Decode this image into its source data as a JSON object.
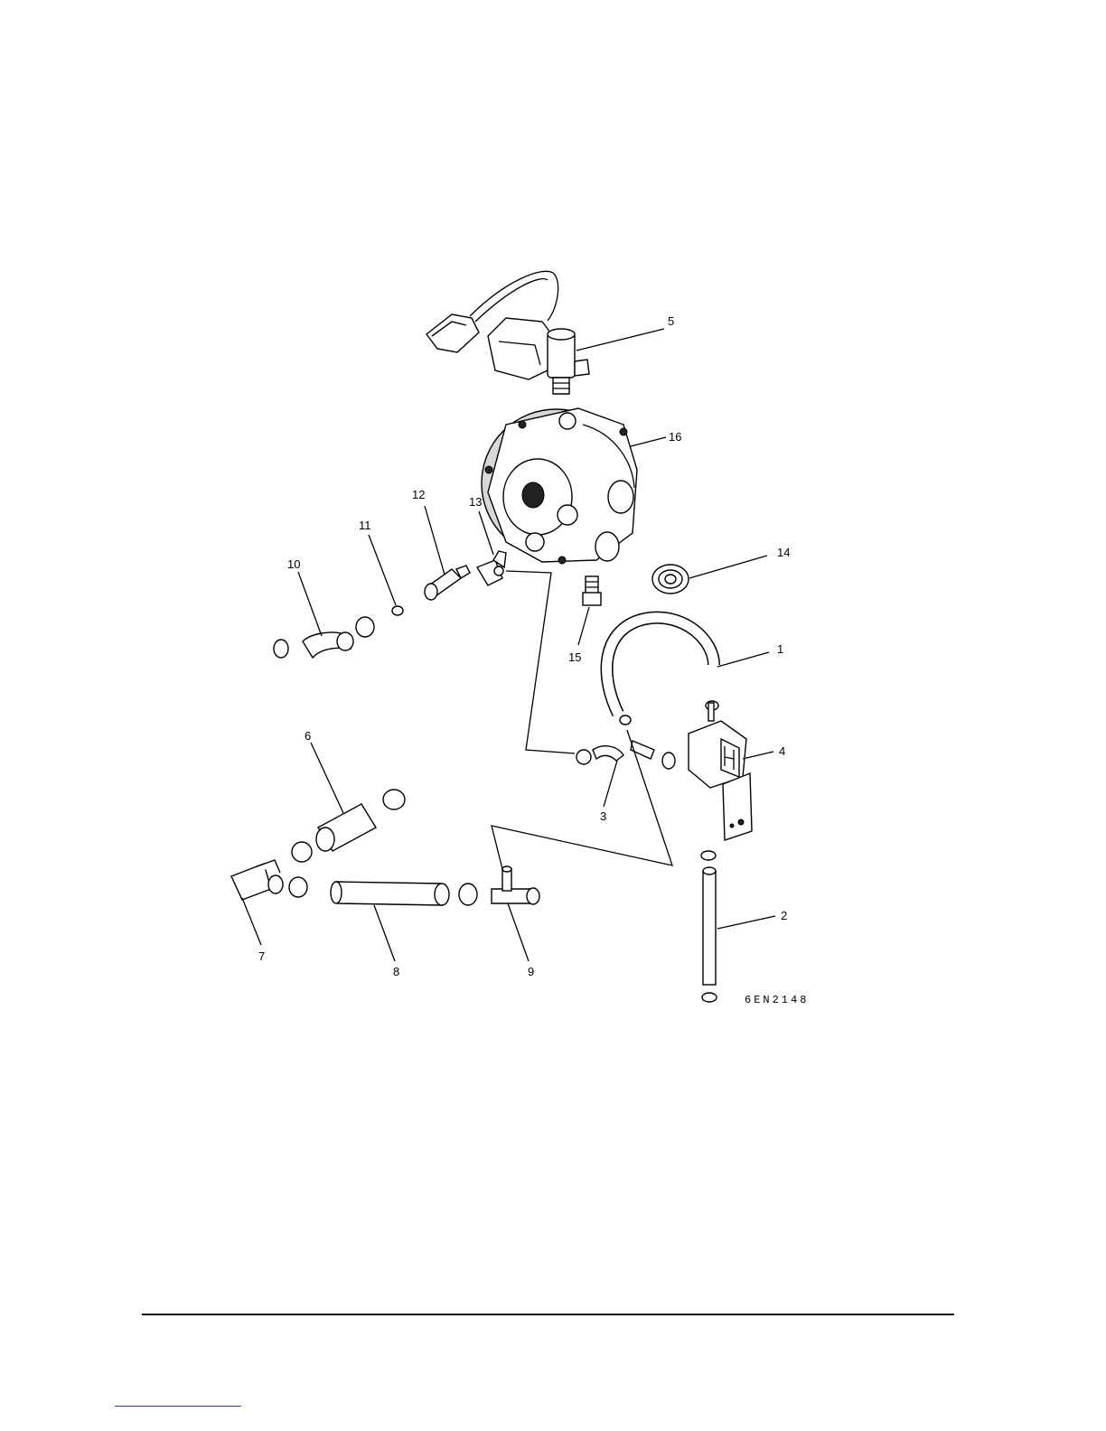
{
  "figure": {
    "code": "6EN2148",
    "callouts": {
      "c1": "1",
      "c2": "2",
      "c3": "3",
      "c4": "4",
      "c5": "5",
      "c6": "6",
      "c7": "7",
      "c8": "8",
      "c9": "9",
      "c10": "10",
      "c11": "11",
      "c12": "12",
      "c13": "13",
      "c14": "14",
      "c15": "15",
      "c16": "16"
    }
  }
}
